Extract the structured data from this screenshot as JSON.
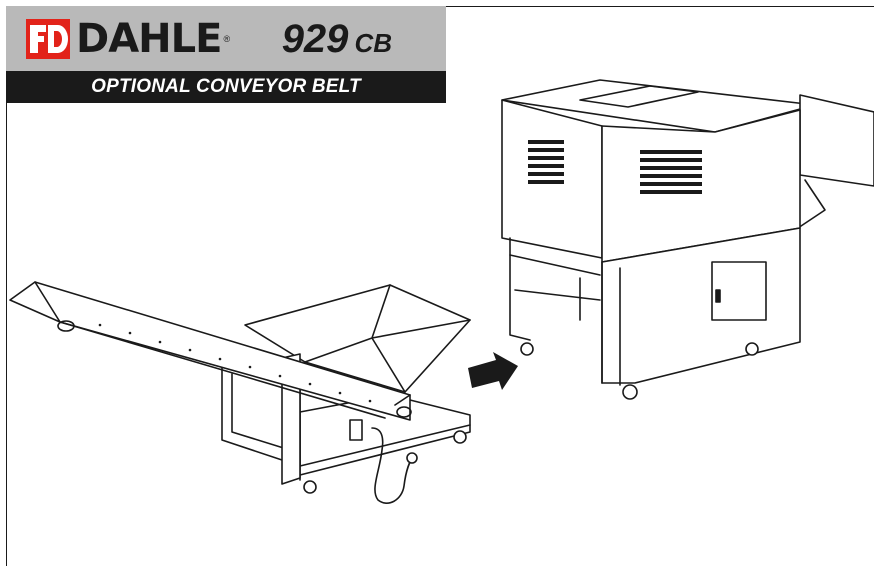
{
  "header": {
    "brand": "DAHLE",
    "brand_mark": "®",
    "model_number": "929",
    "model_suffix": "CB",
    "title": "OPTIONAL CONVEYOR BELT",
    "colors": {
      "band": "#b9b9b9",
      "title_band": "#1a1a1a",
      "logo_red": "#e2231a"
    }
  },
  "illustration": {
    "items": [
      "conveyor-belt",
      "shredder",
      "arrow"
    ]
  }
}
